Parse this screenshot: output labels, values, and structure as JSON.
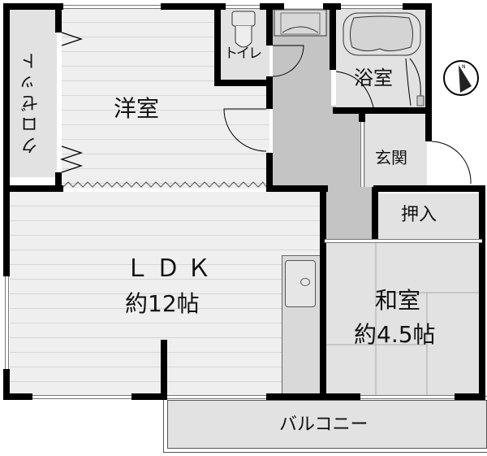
{
  "floor_plan": {
    "rooms": {
      "closet": {
        "label": "クロゼット"
      },
      "western_room": {
        "label": "洋室"
      },
      "toilet": {
        "label": "トイレ"
      },
      "bathroom": {
        "label": "浴室"
      },
      "entrance": {
        "label": "玄関"
      },
      "storage": {
        "label": "押入"
      },
      "ldk": {
        "label": "ＬＤＫ",
        "size": "約12帖"
      },
      "japanese_room": {
        "label": "和室",
        "size": "約4.5帖"
      },
      "balcony": {
        "label": "バルコニー"
      }
    },
    "compass": {
      "direction": "N",
      "label": "N"
    },
    "colors": {
      "wall": "#000000",
      "wood_floor": "#efefef",
      "hallway": "#c4c4c4",
      "wet_area": "#e2e2e2"
    }
  }
}
